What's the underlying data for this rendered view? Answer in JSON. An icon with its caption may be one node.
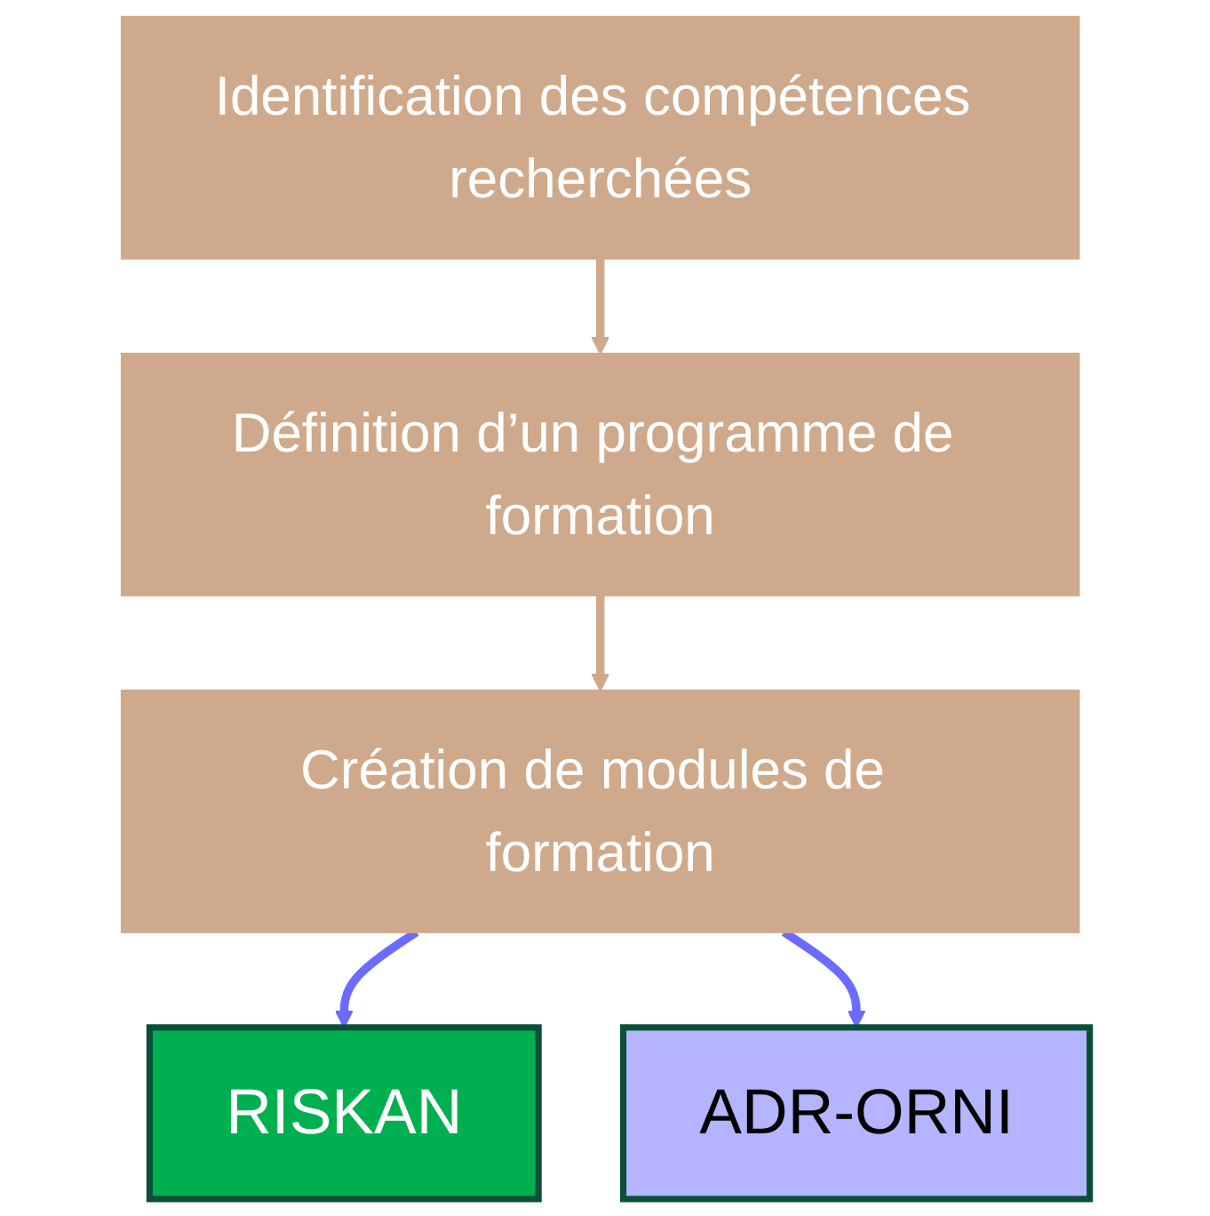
{
  "diagram": {
    "nodes": [
      {
        "text": [
          "Identification des compétences recherchées"
        ]
      },
      {
        "text": [
          "Définition d’un programme de formation"
        ]
      },
      {
        "text": [
          "Création de modules de formation"
        ]
      },
      {
        "text": [
          "RISKAN"
        ]
      },
      {
        "text": [
          "ADR-ORNI"
        ]
      }
    ],
    "edges": [
      {
        "from": 0,
        "to": 1,
        "arrow": "to"
      },
      {
        "from": 1,
        "to": 2,
        "arrow": "to"
      },
      {
        "from": 2,
        "to": 3,
        "arrow": "to",
        "color": "#6b6bff"
      },
      {
        "from": 2,
        "to": 4,
        "arrow": "to",
        "color": "#6b6bff"
      }
    ]
  }
}
